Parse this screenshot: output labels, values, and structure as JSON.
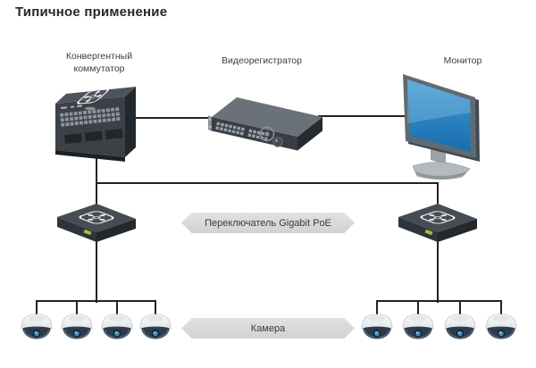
{
  "page": {
    "title": "Типичное применение",
    "background": "#ffffff"
  },
  "labels": {
    "convergent_switch": "Конвергентный коммутатор",
    "nvr": "Видеорегистратор",
    "monitor": "Монитор"
  },
  "ribbons": {
    "poe": "Переключатель Gigabit PoE",
    "camera": "Камера"
  },
  "cameras": {
    "left_count": 4,
    "right_count": 4
  },
  "colors": {
    "line": "#27201b",
    "ribbon_bg": "#d9d9d9",
    "ribbon_text": "#3b3b3b",
    "label_text": "#3e3e3e",
    "title_text": "#272727",
    "device_top": "#4d545b",
    "device_front": "#3b4147",
    "device_side": "#23282d",
    "screen_blue": "#2388cb",
    "stand_gray": "#b5babe",
    "led_green": "#9bc53d",
    "camera_dome": "#eef0f2",
    "camera_base": "#2d3c4c",
    "lens_blue": "#3e8ecb",
    "icon_white": "#f4f5f6"
  }
}
